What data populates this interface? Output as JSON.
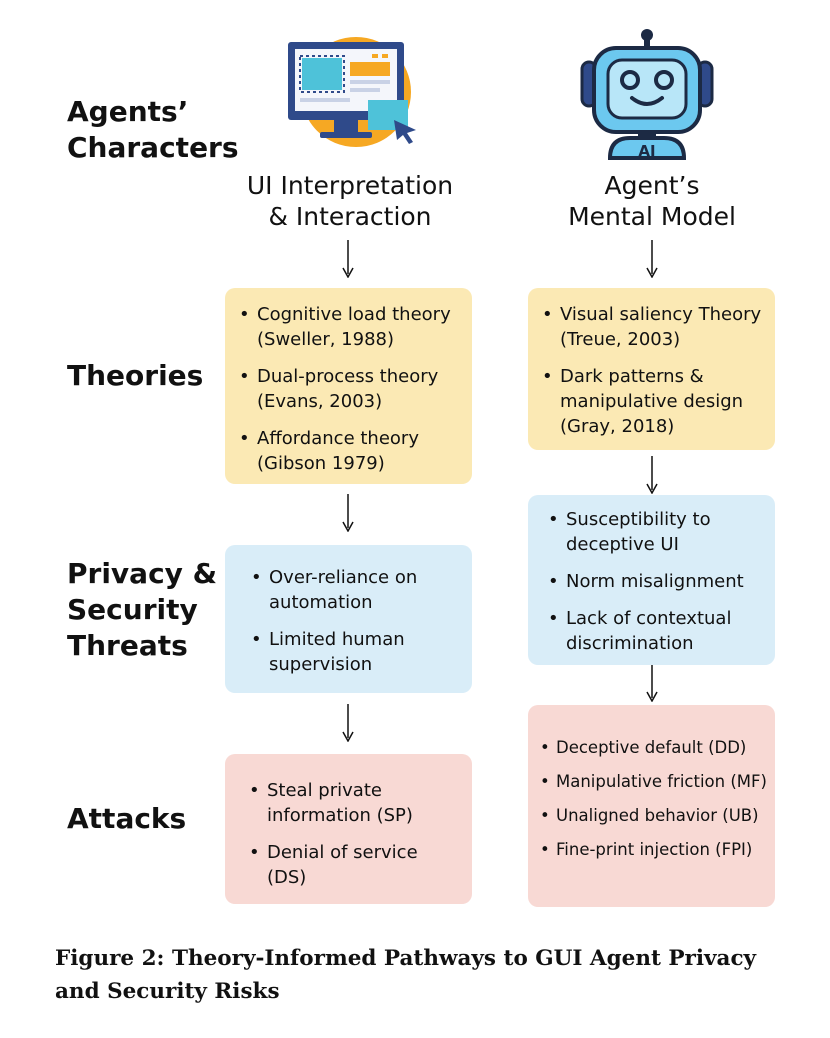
{
  "row_labels": {
    "characters": "Agents’\nCharacters",
    "theories": "Theories",
    "threats": "Privacy &\nSecurity\nThreats",
    "attacks": "Attacks"
  },
  "columns": [
    {
      "title": "UI Interpretation\n& Interaction",
      "icon": "computer-monitor-cursor-icon",
      "theories": [
        "Cognitive load theory (Sweller, 1988)",
        "Dual-process theory (Evans, 2003)",
        "Affordance theory (Gibson 1979)"
      ],
      "threats": [
        "Over-reliance on automation",
        "Limited human supervision"
      ],
      "attacks": [
        "Steal private information (SP)",
        "Denial of service (DS)"
      ]
    },
    {
      "title": "Agent’s\nMental Model",
      "icon": "ai-robot-icon",
      "icon_text": "AI",
      "theories": [
        "Visual saliency Theory (Treue, 2003)",
        "Dark patterns & manipulative design (Gray, 2018)"
      ],
      "threats": [
        "Susceptibility to deceptive UI",
        "Norm misalignment",
        "Lack of contextual discrimination"
      ],
      "attacks": [
        "Deceptive default (DD)",
        "Manipulative friction (MF)",
        "Unaligned behavior (UB)",
        "Fine-print injection (FPI)"
      ]
    }
  ],
  "caption": "Figure 2: Theory-Informed Pathways to GUI Agent Privacy and Security Risks",
  "colors": {
    "theory_box": "#fbe9b4",
    "threat_box": "#d9edf8",
    "attack_box": "#f8d9d4"
  }
}
